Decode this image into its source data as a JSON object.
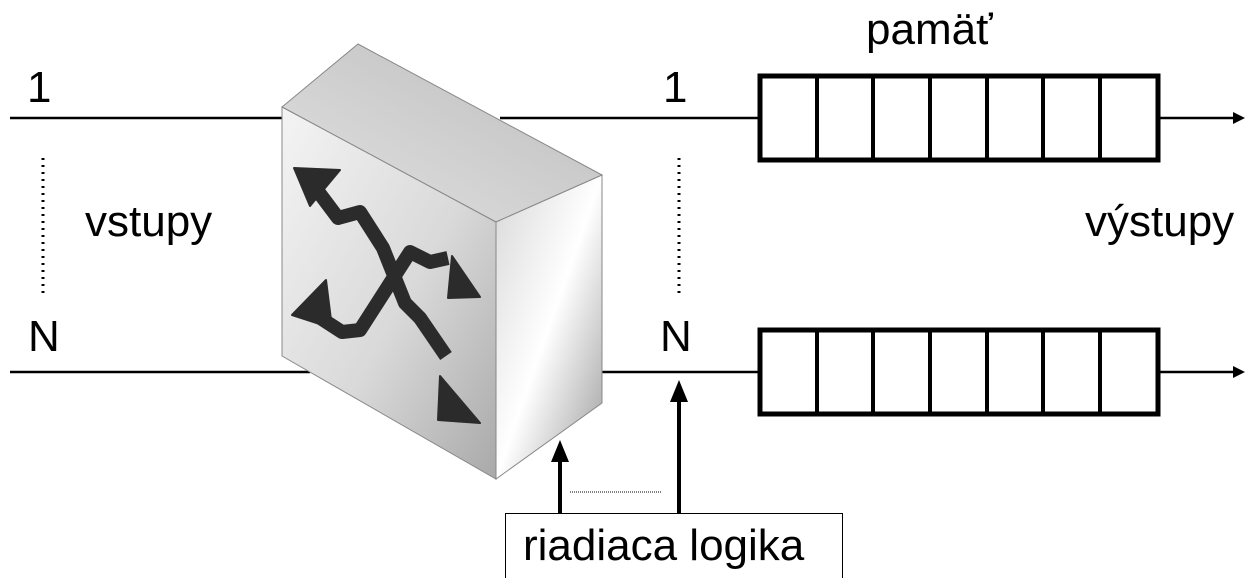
{
  "inputs": {
    "first": "1",
    "last": "N",
    "label": "vstupy"
  },
  "outputs": {
    "first": "1",
    "last": "N",
    "label": "výstupy"
  },
  "memory": {
    "label": "pamäť",
    "cells_per_queue": 7,
    "queue_count": 2
  },
  "switch": {
    "icon": "switch-crossing-arrows-icon"
  },
  "control": {
    "label": "riadiaca logika"
  },
  "colors": {
    "line": "#000000",
    "box_light": "#f0f0f0",
    "box_dark": "#9a9a9a",
    "arrow": "#2b2b2b"
  }
}
